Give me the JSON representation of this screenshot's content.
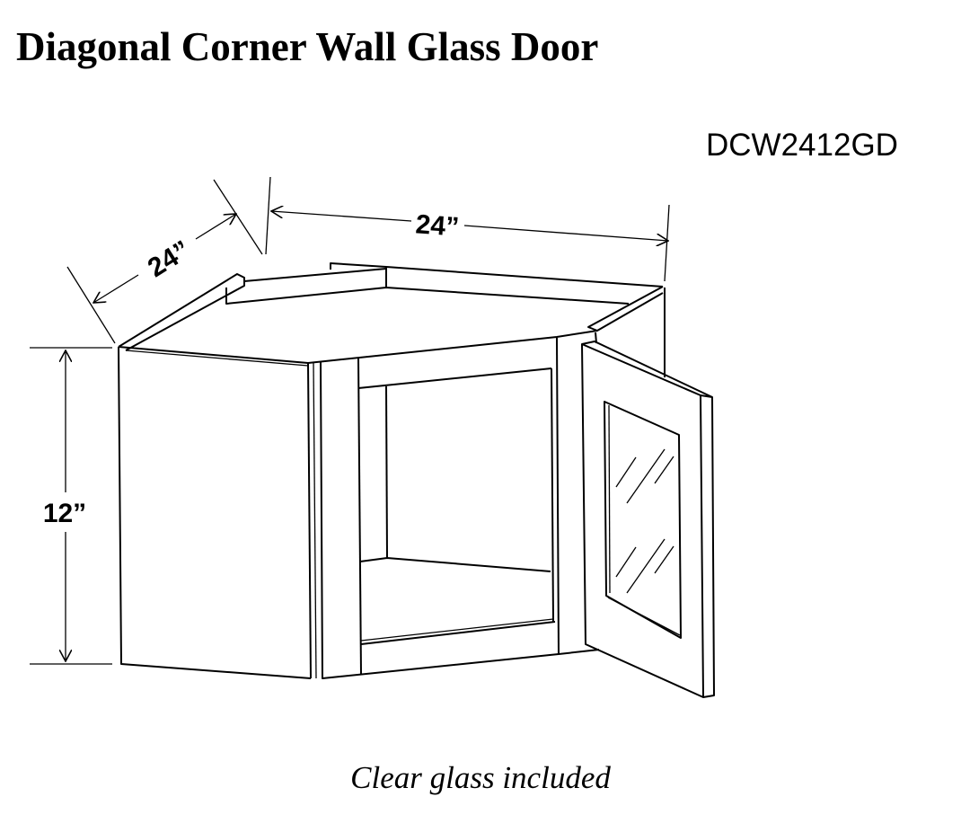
{
  "title": "Diagonal Corner Wall Glass Door",
  "model_code": "DCW2412GD",
  "caption": "Clear glass included",
  "dimensions": {
    "height": "12”",
    "side_depth": "24”",
    "back_width": "24”"
  }
}
